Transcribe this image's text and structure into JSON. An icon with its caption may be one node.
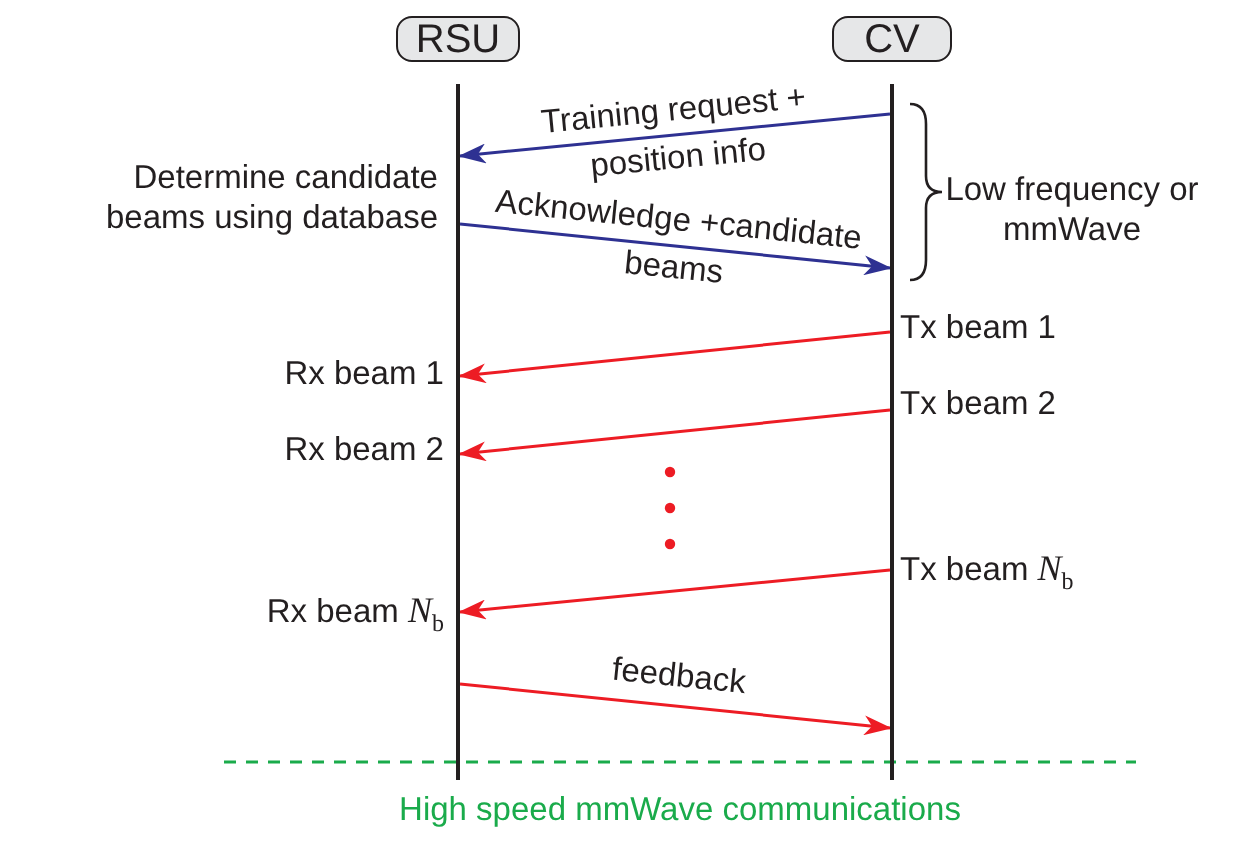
{
  "diagram": {
    "nodes": [
      {
        "text": [
          "RSU"
        ]
      },
      {
        "text": [
          "CV"
        ]
      },
      {
        "text": [],
        "shape": "bar"
      },
      {
        "text": [],
        "shape": "bar"
      }
    ],
    "edges": [
      {
        "from": 3,
        "to": 2,
        "arrow": "to",
        "label": "Training request + position info",
        "color": "#2e3192"
      },
      {
        "from": 2,
        "to": 3,
        "arrow": "to",
        "label": "Acknowledge +candidate beams",
        "color": "#2e3192"
      },
      {
        "from": 3,
        "to": 2,
        "arrow": "to"
      },
      {
        "from": 3,
        "to": 2,
        "arrow": "to"
      },
      {
        "from": 3,
        "to": 2,
        "arrow": "to"
      },
      {
        "from": 2,
        "to": 3,
        "arrow": "to",
        "label": "feedback"
      }
    ],
    "labels": [
      "Determine candidate beams using database",
      "Low frequency or mmWave",
      "Tx beam 1",
      "Rx beam 1",
      "Tx beam 2",
      "Rx beam 2",
      "Tx beam *N*$_{b}$",
      "Rx beam *N*$_{b}$",
      "High speed mmWave communications"
    ]
  }
}
